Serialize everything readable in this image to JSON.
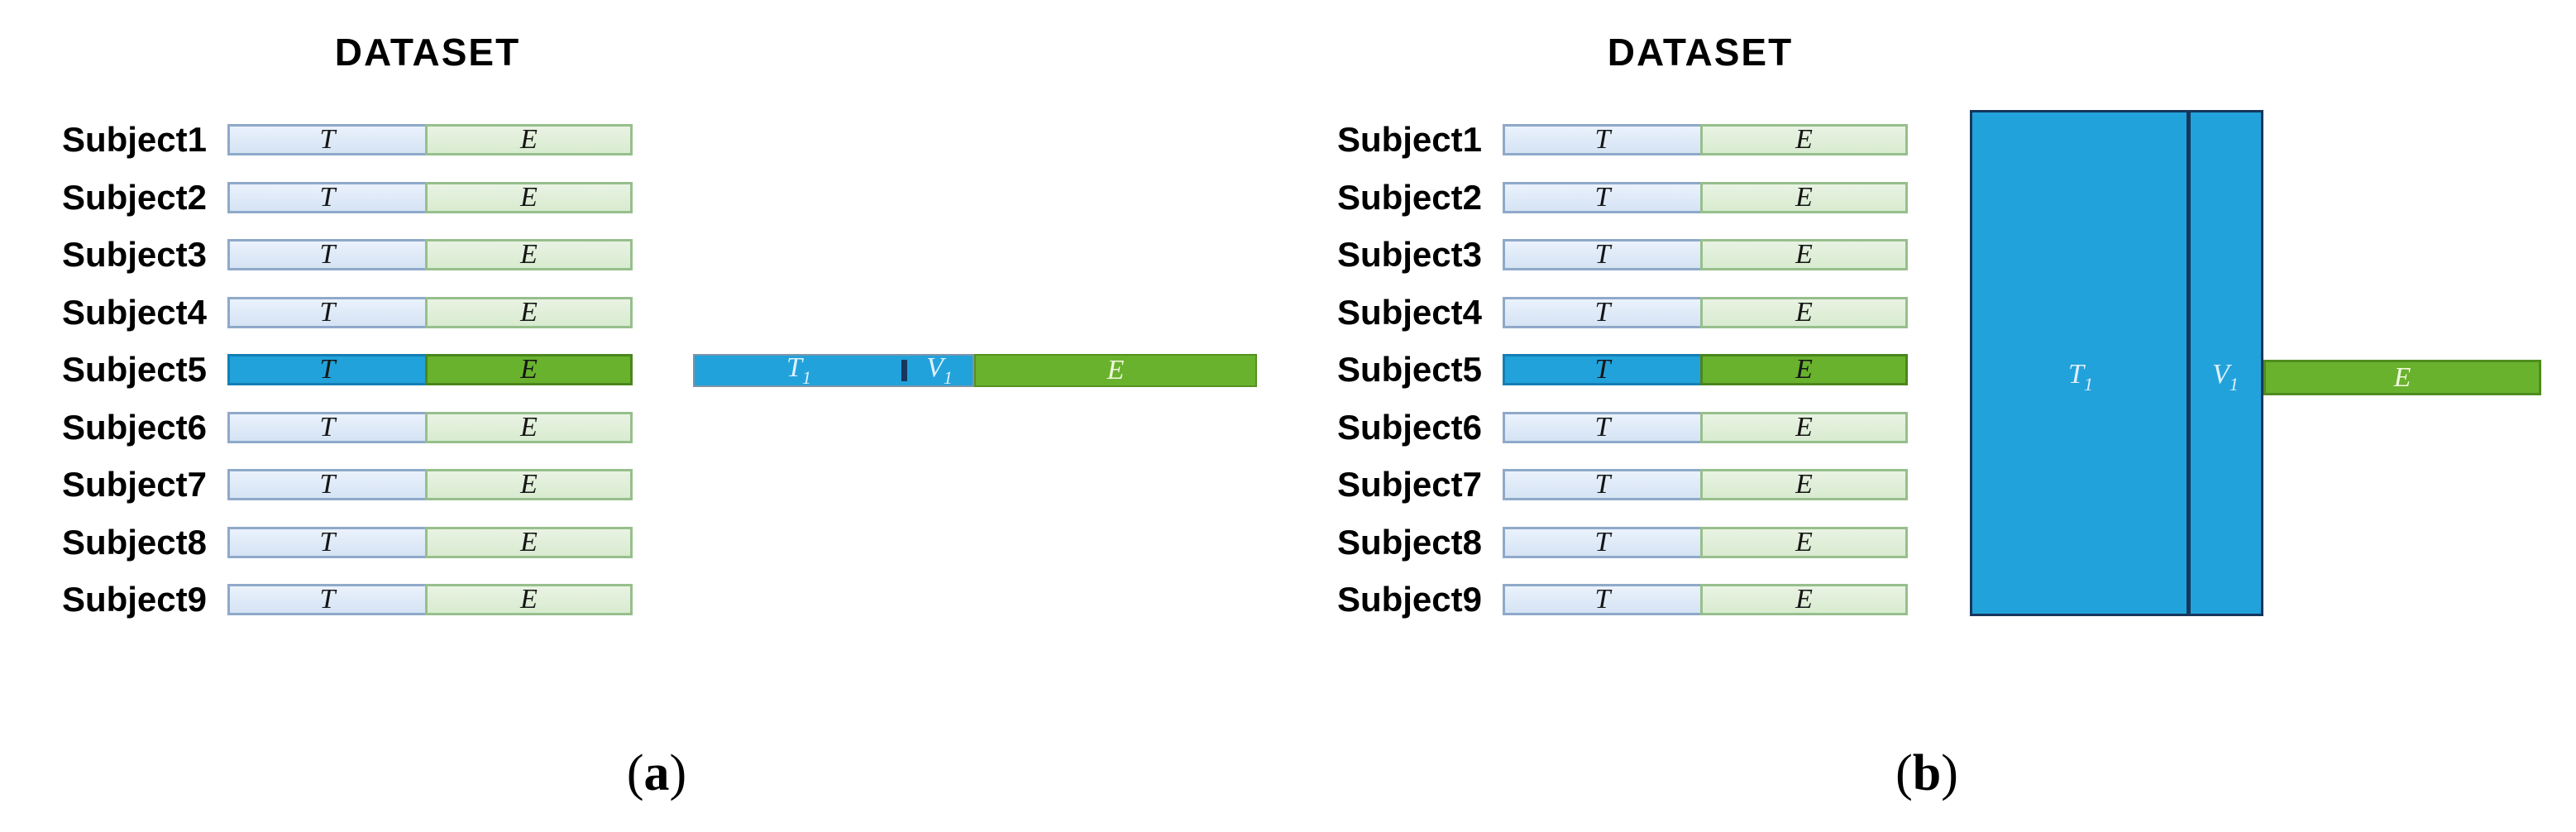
{
  "figure": {
    "panels": [
      {
        "id": "a",
        "title": "DATASET",
        "rows": [
          {
            "label": "Subject1",
            "t": "T",
            "e": "E"
          },
          {
            "label": "Subject2",
            "t": "T",
            "e": "E"
          },
          {
            "label": "Subject3",
            "t": "T",
            "e": "E"
          },
          {
            "label": "Subject4",
            "t": "T",
            "e": "E"
          },
          {
            "label": "Subject5",
            "t": "T",
            "e": "E"
          },
          {
            "label": "Subject6",
            "t": "T",
            "e": "E"
          },
          {
            "label": "Subject7",
            "t": "T",
            "e": "E"
          },
          {
            "label": "Subject8",
            "t": "T",
            "e": "E"
          },
          {
            "label": "Subject9",
            "t": "T",
            "e": "E"
          }
        ],
        "highlighted_subject": "Subject5",
        "split_bar": {
          "train": {
            "base": "T",
            "sub": "1"
          },
          "validation": {
            "base": "V",
            "sub": "1"
          },
          "evaluation": "E"
        },
        "caption": {
          "open": "(",
          "letter": "a",
          "close": ")"
        }
      },
      {
        "id": "b",
        "title": "DATASET",
        "rows": [
          {
            "label": "Subject1",
            "t": "T",
            "e": "E"
          },
          {
            "label": "Subject2",
            "t": "T",
            "e": "E"
          },
          {
            "label": "Subject3",
            "t": "T",
            "e": "E"
          },
          {
            "label": "Subject4",
            "t": "T",
            "e": "E"
          },
          {
            "label": "Subject5",
            "t": "T",
            "e": "E"
          },
          {
            "label": "Subject6",
            "t": "T",
            "e": "E"
          },
          {
            "label": "Subject7",
            "t": "T",
            "e": "E"
          },
          {
            "label": "Subject8",
            "t": "T",
            "e": "E"
          },
          {
            "label": "Subject9",
            "t": "T",
            "e": "E"
          }
        ],
        "highlighted_subject": "Subject5",
        "block": {
          "train": {
            "base": "T",
            "sub": "1"
          },
          "validation": {
            "base": "V",
            "sub": "1"
          }
        },
        "evaluation_bar": "E",
        "caption": {
          "open": "(",
          "letter": "b",
          "close": ")"
        }
      }
    ],
    "colors": {
      "highlight_blue": "#22A2DB",
      "highlight_green": "#69B22E",
      "light_blue": "#DCE9F8",
      "light_green": "#E2F0DC",
      "light_blue_border": "#8FA9C9",
      "light_green_border": "#97BF8C",
      "divider_navy": "#16365C",
      "green_border": "#4F8C1E"
    }
  }
}
